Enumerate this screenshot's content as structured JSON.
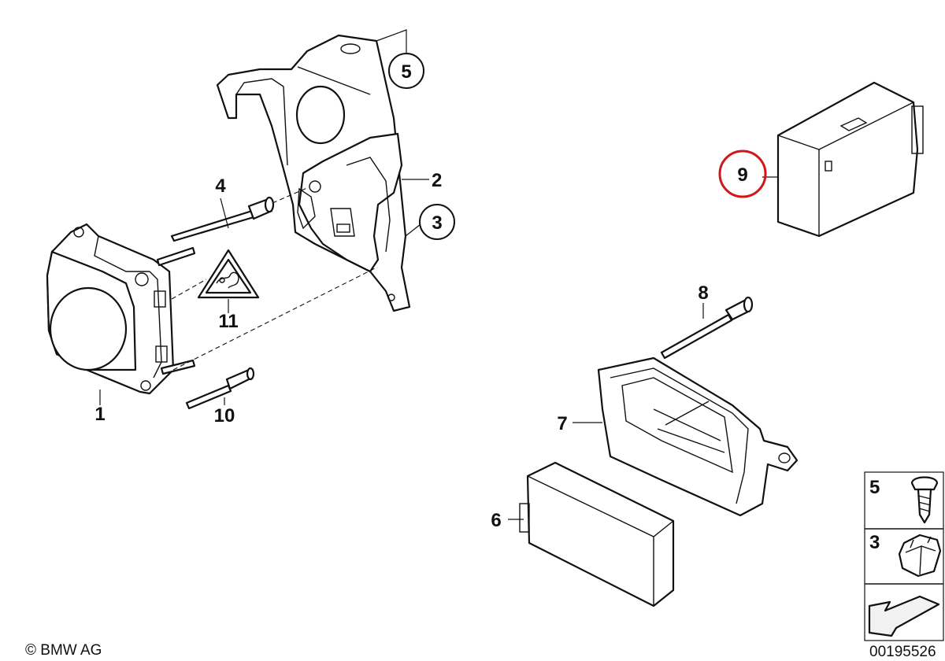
{
  "callouts": {
    "c1": "1",
    "c2": "2",
    "c3": "3",
    "c4": "4",
    "c5": "5",
    "c6": "6",
    "c7": "7",
    "c8": "8",
    "c9": "9",
    "c10": "10",
    "c11": "11"
  },
  "legend": {
    "item_a": "5",
    "item_b": "3"
  },
  "footer": {
    "copyright": "© BMW AG",
    "diagram_number": "00195526"
  },
  "colors": {
    "highlight": "#d0181c",
    "line": "#111111"
  }
}
